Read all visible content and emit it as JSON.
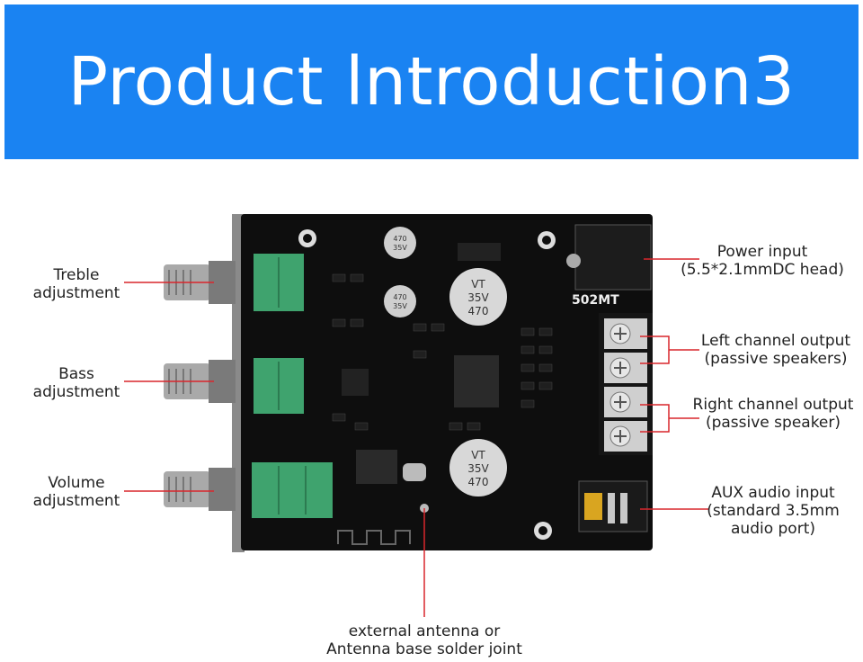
{
  "banner": {
    "title": "Product lntroduction3"
  },
  "board": {
    "model_text": "502MT",
    "capacitor_text_1": "470",
    "capacitor_text_2": "35V",
    "capacitor_text_3": "VT"
  },
  "labels": {
    "treble": [
      "Treble",
      "adjustment"
    ],
    "bass": [
      "Bass",
      "adjustment"
    ],
    "volume": [
      "Volume",
      "adjustment"
    ],
    "power": [
      "Power input",
      "(5.5*2.1mmDC head)"
    ],
    "left": [
      "Left channel output",
      "(passive speakers)"
    ],
    "right": [
      "Right channel output",
      "(passive speaker)"
    ],
    "aux": [
      "AUX audio input",
      "(standard 3.5mm",
      "audio port)"
    ],
    "antenna": [
      "external antenna or",
      "Antenna base solder joint"
    ]
  },
  "colors": {
    "banner": "#1a83f2",
    "callout_line": "#d9262c",
    "pcb": "#0e0e0e",
    "potentiometer": "#3fa36e"
  }
}
